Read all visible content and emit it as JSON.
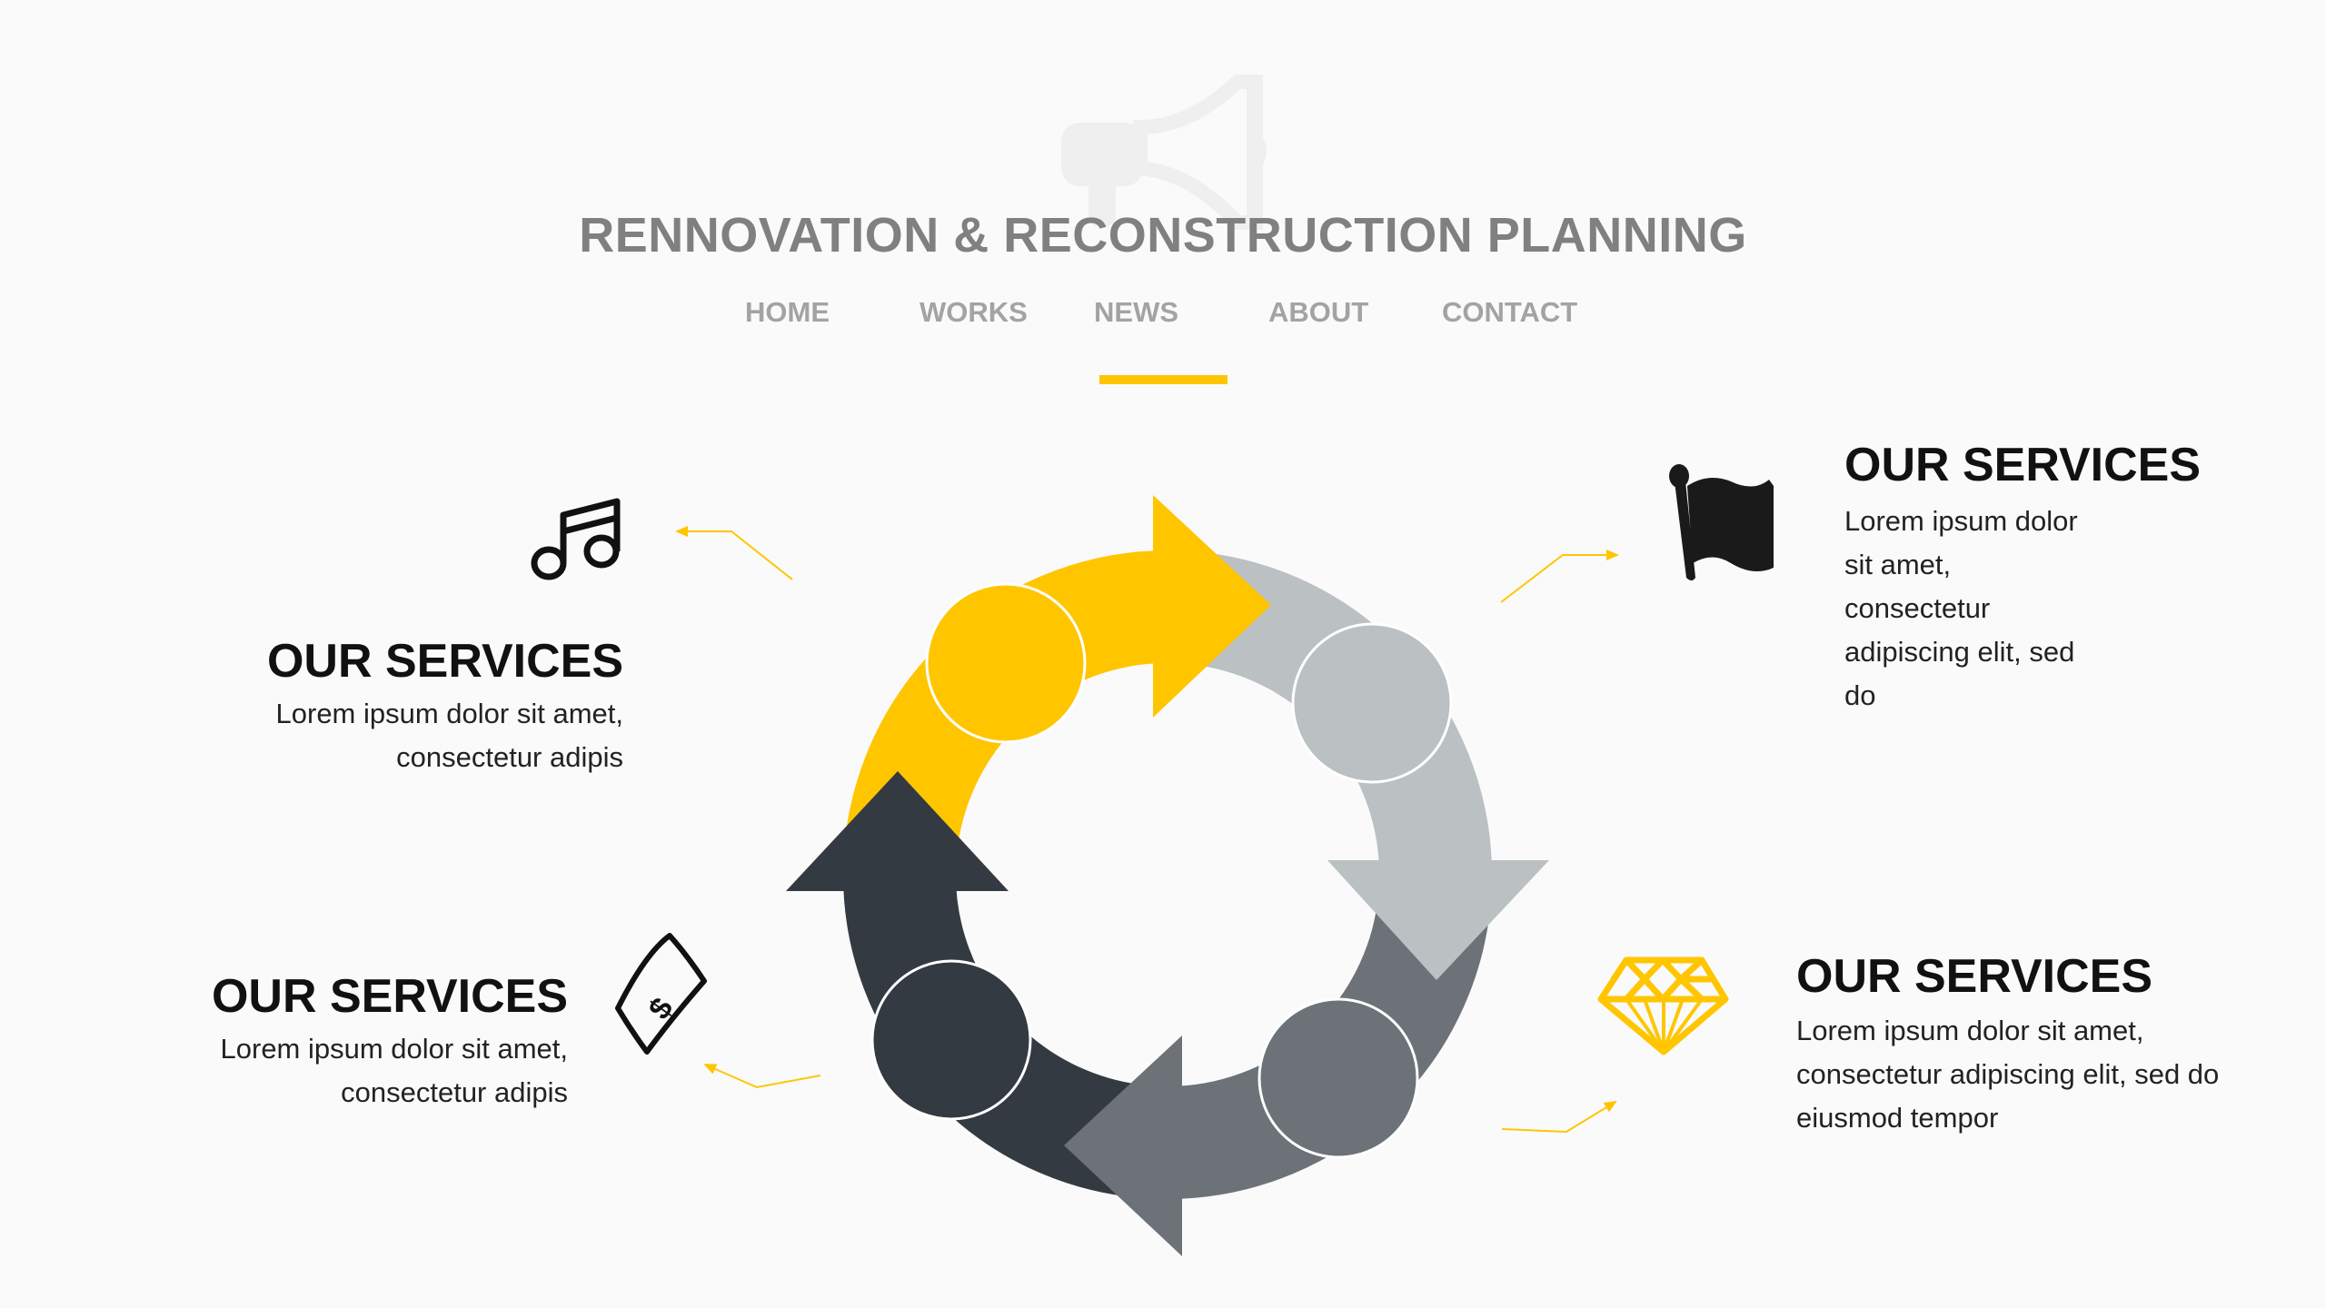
{
  "header": {
    "title": "RENNOVATION & RECONSTRUCTION PLANNING",
    "nav": [
      "HOME",
      "WORKS",
      "NEWS",
      "ABOUT",
      "CONTACT"
    ],
    "active_nav": "NEWS"
  },
  "colors": {
    "accent": "#ffc600",
    "light_gray": "#bbc0c2",
    "mid_gray": "#6c7277",
    "dark": "#343a42",
    "watermark": "#efefef"
  },
  "services": [
    {
      "icon": "music-note-icon",
      "heading": "OUR SERVICES",
      "lines": [
        "Lorem ipsum dolor sit amet,",
        "consectetur adipis"
      ]
    },
    {
      "icon": "flag-icon",
      "heading": "OUR SERVICES",
      "lines": [
        "Lorem ipsum dolor",
        "sit amet,",
        "consectetur",
        "adipiscing elit, sed",
        "do"
      ]
    },
    {
      "icon": "money-bill-icon",
      "heading": "OUR SERVICES",
      "lines": [
        "Lorem ipsum dolor sit amet,",
        "consectetur adipis"
      ]
    },
    {
      "icon": "diamond-icon",
      "heading": "OUR SERVICES",
      "lines": [
        "Lorem ipsum dolor sit amet,",
        "consectetur adipiscing elit, sed do",
        "eiusmod tempor"
      ]
    }
  ]
}
